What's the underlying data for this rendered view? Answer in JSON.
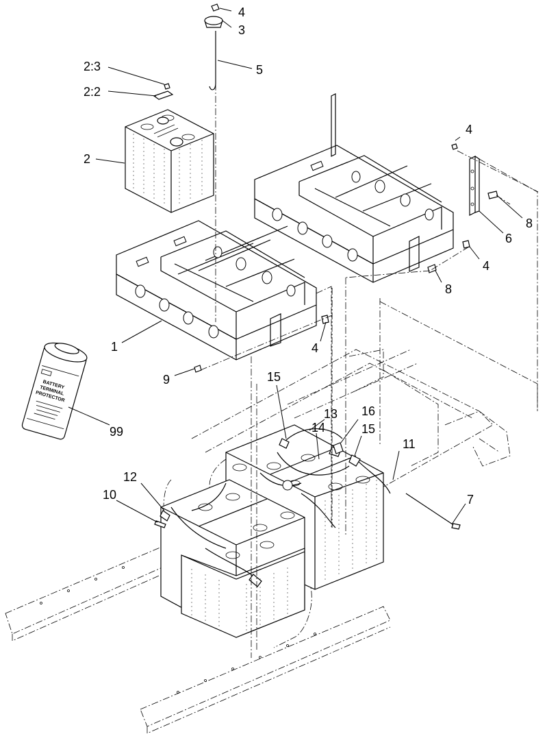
{
  "callouts": {
    "c_4_top": "4",
    "c_3": "3",
    "c_5": "5",
    "c_2_3": "2:3",
    "c_2_2": "2:2",
    "c_2": "2",
    "c_4_right_top": "4",
    "c_8_right": "8",
    "c_6": "6",
    "c_4_right_mid": "4",
    "c_8_lower": "8",
    "c_1": "1",
    "c_4_left": "4",
    "c_9": "9",
    "c_99": "99",
    "c_15_a": "15",
    "c_13": "13",
    "c_16": "16",
    "c_14": "14",
    "c_15_b": "15",
    "c_11": "11",
    "c_12": "12",
    "c_10": "10",
    "c_7": "7"
  },
  "spray_can": {
    "line1": "BATTERY",
    "line2": "TERMINAL",
    "line3": "PROTECTOR"
  }
}
